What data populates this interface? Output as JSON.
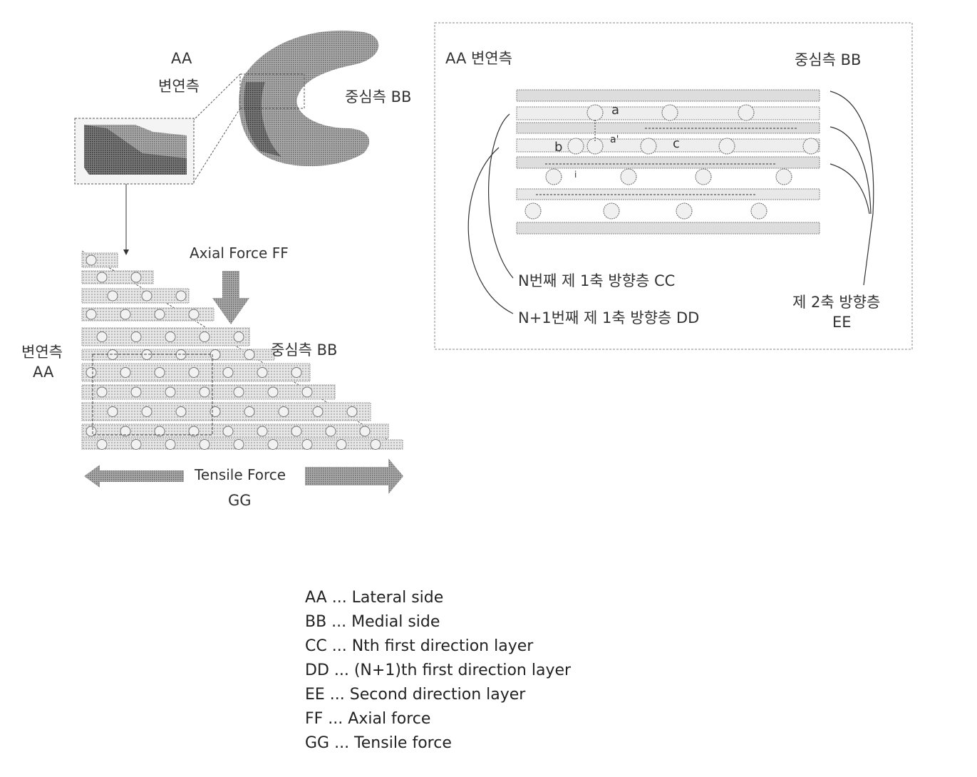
{
  "left": {
    "top_label_code": "AA",
    "top_label_kr": "변연측",
    "top_right_label": "중심측 BB",
    "axial_force": "Axial Force FF",
    "lateral_label_kr": "변연측",
    "lateral_label_code": "AA",
    "medial_label": "중심측 BB",
    "tensile_force": "Tensile Force",
    "tensile_code": "GG"
  },
  "right": {
    "lateral": "AA 변연측",
    "medial": "중심측 BB",
    "point_a": "a",
    "point_a_prime": "a'",
    "point_b": "b",
    "point_c": "c",
    "point_i": "i",
    "layer_cc": "N번째 제 1축 방향층 CC",
    "layer_dd": "N+1번째 제 1축 방향층 DD",
    "layer_ee_kr": "제 2축 방향층",
    "layer_ee_code": "EE"
  },
  "legend": [
    "AA ... Lateral side",
    "BB ... Medial side",
    "CC ... Nth first direction layer",
    "DD ... (N+1)th first direction layer",
    "EE ... Second direction layer",
    "FF ... Axial force",
    "GG ... Tensile force"
  ],
  "colors": {
    "dark": "#444444",
    "mid": "#8a8a8a",
    "light": "#cfcfcf",
    "band": "#e2e2e2"
  }
}
